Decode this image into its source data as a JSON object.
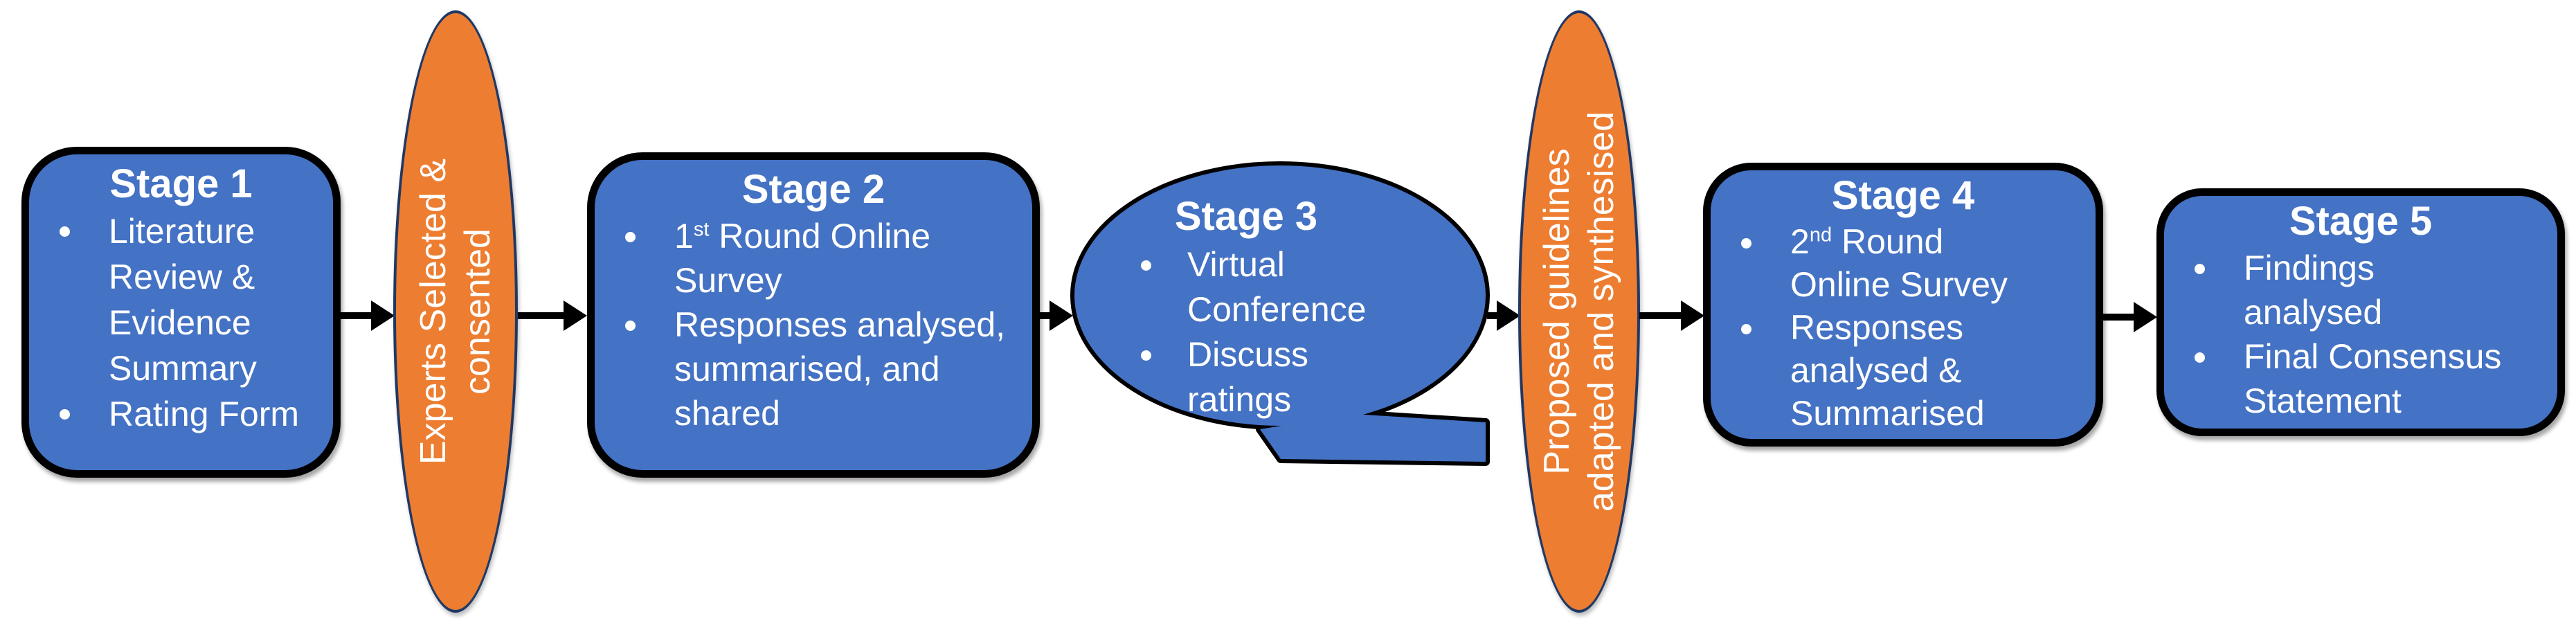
{
  "colors": {
    "stage_fill": "#4472C4",
    "stage_outline": "#000000",
    "connector_fill": "#ED7D31",
    "connector_outline": "#203864",
    "text": "#FFFFFF",
    "arrow": "#000000"
  },
  "stage1": {
    "title": "Stage 1",
    "bullet1_lines": [
      "Literature",
      "Review &",
      "Evidence",
      "Summary"
    ],
    "bullet2_lines": [
      "Rating Form"
    ]
  },
  "connector1": {
    "line1": "Experts Selected &",
    "line2": "consented"
  },
  "stage2": {
    "title": "Stage 2",
    "b1_base": "1",
    "b1_sup": "st",
    "b1_rest": " Round Online",
    "b1_lines": [
      "Survey"
    ],
    "bullet2_lines": [
      "Responses analysed,",
      "summarised, and",
      "shared"
    ]
  },
  "stage3": {
    "title": "Stage 3",
    "bullet1_lines": [
      "Virtual",
      "Conference"
    ],
    "bullet2_lines": [
      "Discuss",
      "ratings"
    ]
  },
  "connector2": {
    "line1": "Proposed guidelines",
    "line2": "adapted and synthesised"
  },
  "stage4": {
    "title": "Stage 4",
    "b1_base": "2",
    "b1_sup": "nd",
    "b1_rest": " Round",
    "b1_lines": [
      "Online Survey"
    ],
    "bullet2_lines": [
      "Responses",
      "analysed &",
      "Summarised"
    ]
  },
  "stage5": {
    "title": "Stage 5",
    "bullet1_lines": [
      "Findings",
      "analysed"
    ],
    "bullet2_lines": [
      "Final Consensus",
      "Statement"
    ]
  }
}
